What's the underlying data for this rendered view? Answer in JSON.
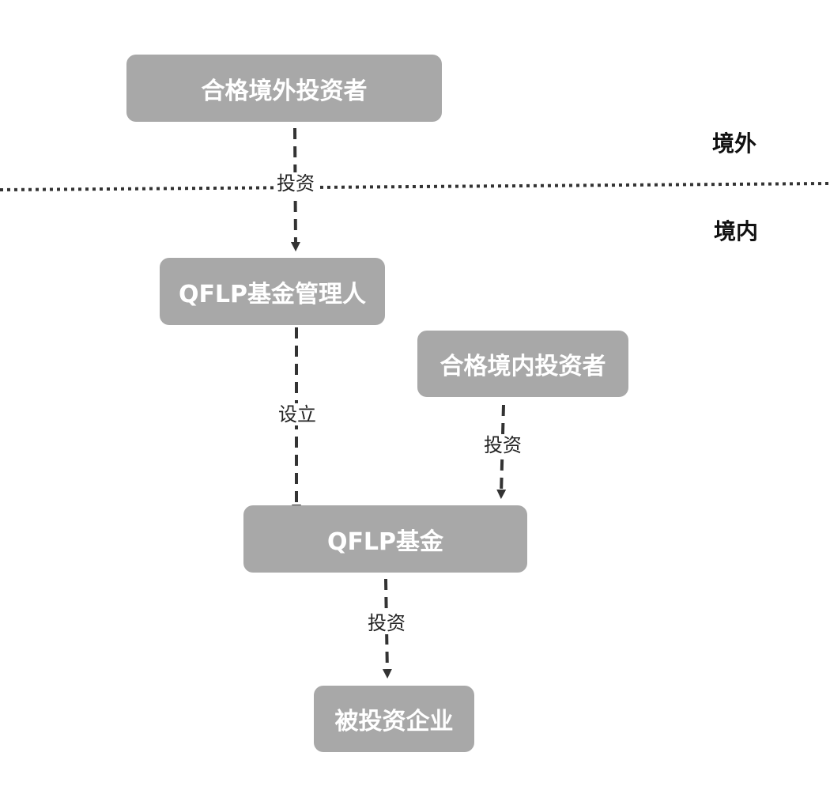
{
  "nodes": {
    "qualified_foreign_investor": "合格境外投资者",
    "qflp_manager": "QFLP基金管理人",
    "qualified_domestic_investor": "合格境内投资者",
    "qflp_fund": "QFLP基金",
    "investee_company": "被投资企业"
  },
  "regions": {
    "offshore": "境外",
    "onshore": "境内"
  },
  "edges": {
    "foreign_to_manager": "投资",
    "manager_to_fund": "设立",
    "domestic_to_fund": "投资",
    "fund_to_company": "投资"
  },
  "colors": {
    "node_fill": "#a8a8a8",
    "node_text": "#ffffff",
    "line": "#333333"
  }
}
